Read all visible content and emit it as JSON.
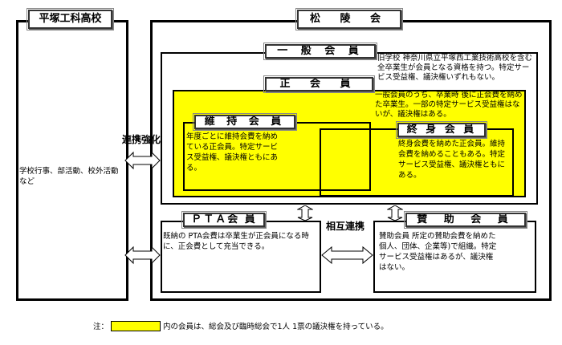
{
  "school": {
    "title": "平塚工科高校",
    "text": "学校行事、部活動、校外活動など"
  },
  "association": {
    "title": "松 陵 会"
  },
  "general": {
    "label": "一 般 会 員",
    "text": "旧学校 神奈川県立平塚西工業技術高校を含む全卒業生が会員となる資格を持つ。特定サービス受益権、議決権いずれもない。"
  },
  "regular": {
    "label": "正 会 員",
    "text": "一般会員のうち、卒業時 後に正会費を納めた卒業生。一部の特定サービス受益権はないが、議決権はある。"
  },
  "maintenance": {
    "label": "維 持 会 員",
    "text": "年度ごとに維持会費を納めている正会員。特定サービス受益権、議決権ともにある。"
  },
  "lifetime": {
    "label": "終 身 会 員",
    "text": "終身会費を納めた正会員。維持会費を納めることもある。特定サービス受益権、議決権ともにある。"
  },
  "pta": {
    "label": "ＰＴＡ会 員",
    "text": "既納の PTA会費は卒業生が正会員になる時に、正会費として充当できる。"
  },
  "supporting": {
    "label": "賛 助 会 員",
    "text": "賛助会員 所定の賛助会費を納めた個人、団体、企業等)で組織。特定サービス受益権はあるが、議決権はない。"
  },
  "links": {
    "strengthen": "連携強化",
    "mutual": "相互連携"
  },
  "note": {
    "prefix": "注：",
    "text": "内の会員は、総会及び臨時総会で1人 1票の議決権を持っている。",
    "highlight_color": "#ffff00"
  }
}
